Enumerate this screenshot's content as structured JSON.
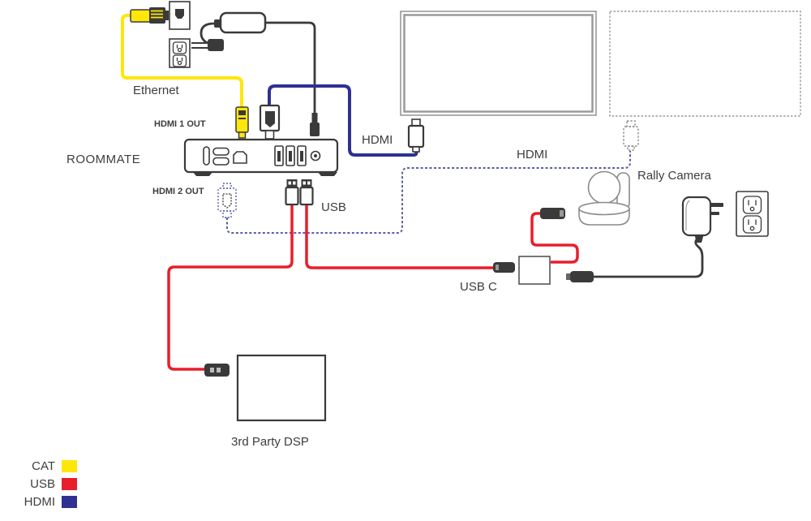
{
  "labels": {
    "ethernet": "Ethernet",
    "hdmi_1_out": "HDMI 1 OUT",
    "roommate": "ROOMMATE",
    "hdmi_2_out": "HDMI 2 OUT",
    "hdmi_display_1": "HDMI",
    "hdmi_display_2": "HDMI",
    "usb": "USB",
    "rally_camera": "Rally Camera",
    "usb_c": "USB C",
    "dsp": "3rd Party DSP"
  },
  "legend": {
    "items": [
      {
        "label": "CAT",
        "color": "#ffe60a"
      },
      {
        "label": "USB",
        "color": "#e81e2b"
      },
      {
        "label": "HDMI",
        "color": "#2e3192"
      }
    ]
  },
  "colors": {
    "cat_cable": "#ffe60a",
    "usb_cable": "#e81e2b",
    "hdmi_cable": "#2e3192",
    "hdmi_dashed": "#5a5da8",
    "outline_dark": "#3a3a3a",
    "outline_gray": "#8a8a8a",
    "text": "#3d3d3d"
  }
}
